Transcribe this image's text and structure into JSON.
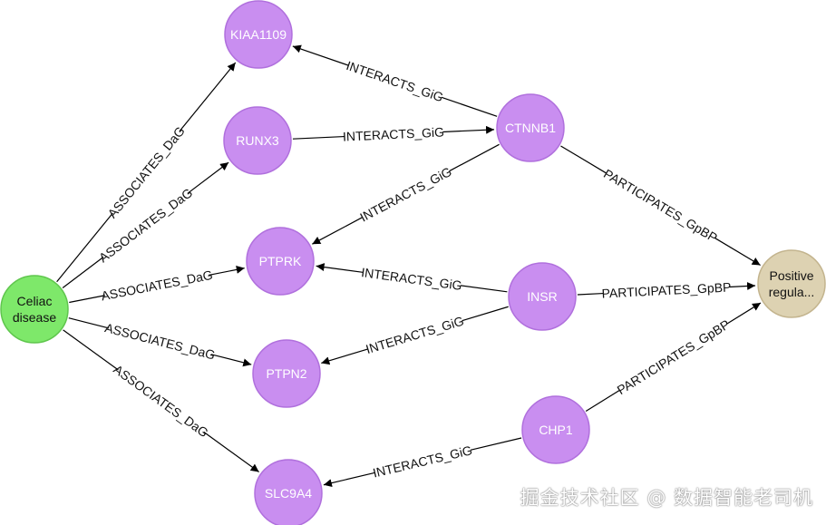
{
  "nodes": [
    {
      "id": "celiac",
      "lines": [
        "Celiac",
        "disease"
      ],
      "fill": "#7ee86a",
      "stroke": "#5fc64d",
      "text": "#111111"
    },
    {
      "id": "kiaa1109",
      "lines": [
        "KIAA1109"
      ],
      "fill": "#c98ef0",
      "stroke": "#b070dd",
      "text": "#ffffff"
    },
    {
      "id": "runx3",
      "lines": [
        "RUNX3"
      ],
      "fill": "#c98ef0",
      "stroke": "#b070dd",
      "text": "#ffffff"
    },
    {
      "id": "ptprk",
      "lines": [
        "PTPRK"
      ],
      "fill": "#c98ef0",
      "stroke": "#b070dd",
      "text": "#ffffff"
    },
    {
      "id": "ptpn2",
      "lines": [
        "PTPN2"
      ],
      "fill": "#c98ef0",
      "stroke": "#b070dd",
      "text": "#ffffff"
    },
    {
      "id": "slc9a4",
      "lines": [
        "SLC9A4"
      ],
      "fill": "#c98ef0",
      "stroke": "#b070dd",
      "text": "#ffffff"
    },
    {
      "id": "ctnnb1",
      "lines": [
        "CTNNB1"
      ],
      "fill": "#c98ef0",
      "stroke": "#b070dd",
      "text": "#ffffff"
    },
    {
      "id": "insr",
      "lines": [
        "INSR"
      ],
      "fill": "#c98ef0",
      "stroke": "#b070dd",
      "text": "#ffffff"
    },
    {
      "id": "chp1",
      "lines": [
        "CHP1"
      ],
      "fill": "#c98ef0",
      "stroke": "#b070dd",
      "text": "#ffffff"
    },
    {
      "id": "positive",
      "lines": [
        "Positive",
        "regula..."
      ],
      "fill": "#ddd2b2",
      "stroke": "#c3b48e",
      "text": "#111111"
    }
  ],
  "edges": [
    {
      "from": "celiac",
      "to": "kiaa1109",
      "label": "ASSOCIATES_DaG"
    },
    {
      "from": "celiac",
      "to": "runx3",
      "label": "ASSOCIATES_DaG"
    },
    {
      "from": "celiac",
      "to": "ptprk",
      "label": "ASSOCIATES_DaG"
    },
    {
      "from": "celiac",
      "to": "ptpn2",
      "label": "ASSOCIATES_DaG"
    },
    {
      "from": "celiac",
      "to": "slc9a4",
      "label": "ASSOCIATES_DaG"
    },
    {
      "from": "ctnnb1",
      "to": "kiaa1109",
      "label": "INTERACTS_GiG"
    },
    {
      "from": "runx3",
      "to": "ctnnb1",
      "label": "INTERACTS_GiG"
    },
    {
      "from": "ctnnb1",
      "to": "ptprk",
      "label": "INTERACTS_GiG"
    },
    {
      "from": "insr",
      "to": "ptprk",
      "label": "INTERACTS_GiG"
    },
    {
      "from": "insr",
      "to": "ptpn2",
      "label": "INTERACTS_GiG"
    },
    {
      "from": "chp1",
      "to": "slc9a4",
      "label": "INTERACTS_GiG"
    },
    {
      "from": "ctnnb1",
      "to": "positive",
      "label": "PARTICIPATES_GpBP"
    },
    {
      "from": "insr",
      "to": "positive",
      "label": "PARTICIPATES_GpBP"
    },
    {
      "from": "chp1",
      "to": "positive",
      "label": "PARTICIPATES_GpBP"
    }
  ],
  "watermark": "掘金技术社区 @ 数据智能老司机"
}
